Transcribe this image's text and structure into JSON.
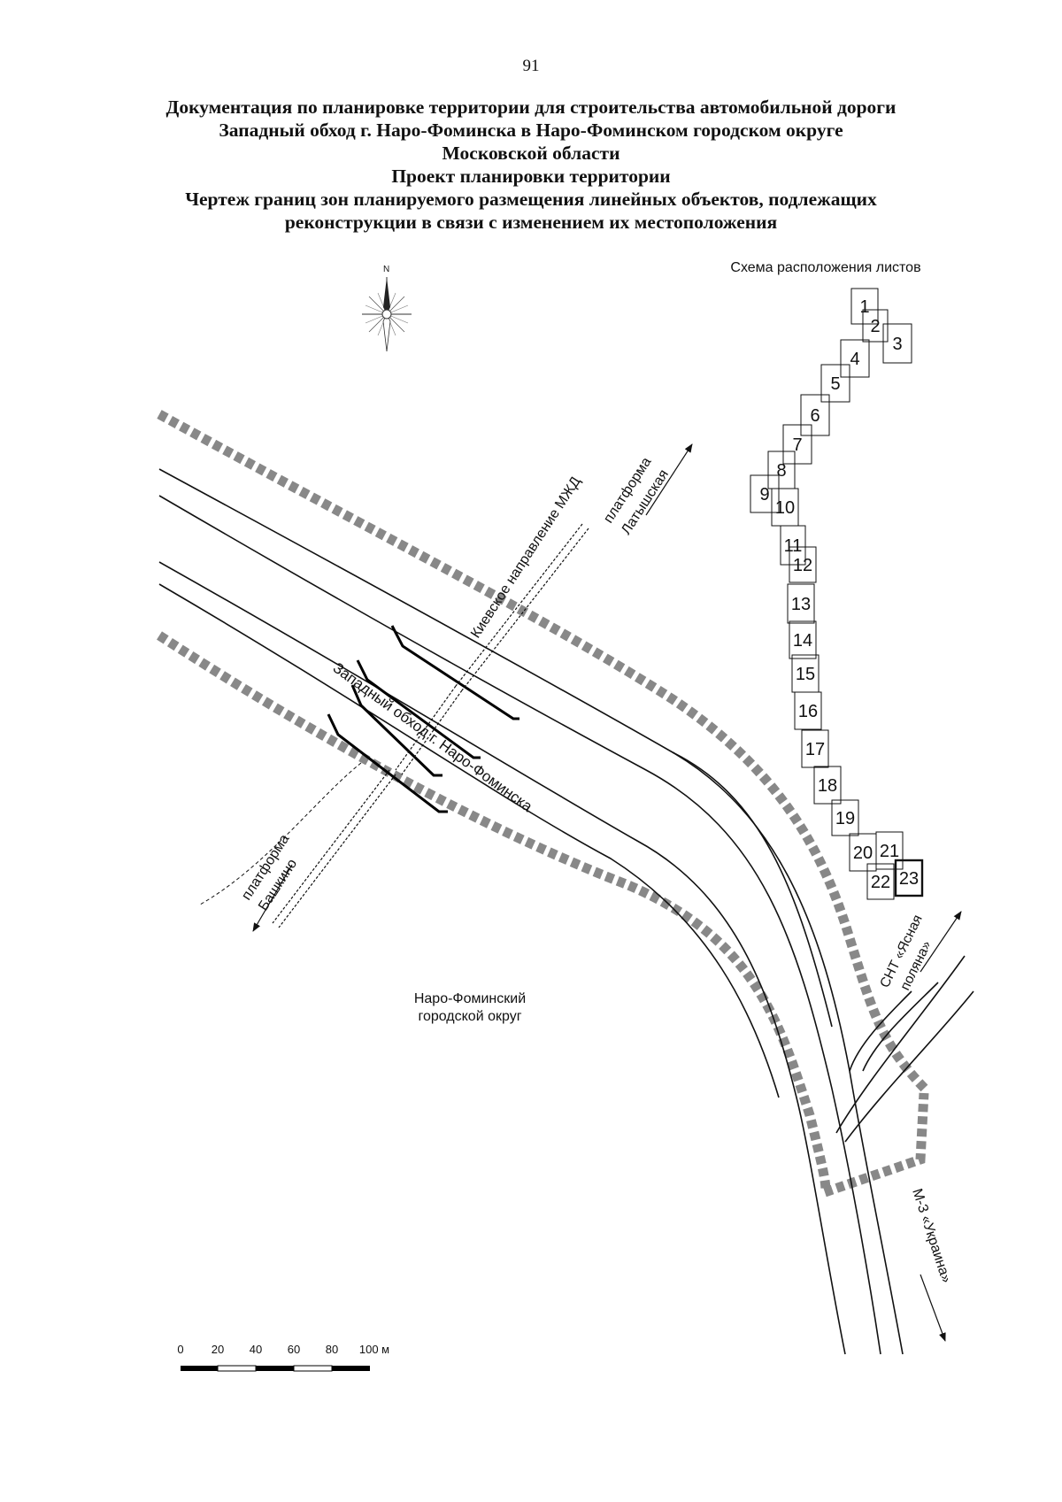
{
  "page_number": "91",
  "title_lines": [
    "Документация по планировке территории для строительства автомобильной дороги",
    "Западный обход г. Наро-Фоминска в Наро-Фоминском городском округе",
    "Московской области",
    "Проект планировки территории",
    "Чертеж границ зон планируемого размещения линейных объектов, подлежащих",
    "реконструкции в связи с изменением их местоположения"
  ],
  "compass": {
    "north_label": "N"
  },
  "key_map": {
    "title": "Схема расположения листов",
    "sheets": [
      "1",
      "2",
      "3",
      "4",
      "5",
      "6",
      "7",
      "8",
      "9",
      "10",
      "11",
      "12",
      "13",
      "14",
      "15",
      "16",
      "17",
      "18",
      "19",
      "20",
      "21",
      "22",
      "23"
    ],
    "highlighted_sheet": "23"
  },
  "labels": {
    "railway": "Киевское направление МЖД",
    "platform_latyshskaya_line1": "платформа",
    "platform_latyshskaya_line2": "Латышская",
    "road_name": "Западный обход г. Наро-Фоминска",
    "platform_bashkino_line1": "платформа",
    "platform_bashkino_line2": "Башкино",
    "district_line1": "Наро-Фоминский",
    "district_line2": "городской округ",
    "snt_line1": "СНТ «Ясная",
    "snt_line2": "поляна»",
    "highway": "М-3 «Украина»"
  },
  "scale_bar": {
    "ticks": [
      "0",
      "20",
      "40",
      "60",
      "80",
      "100 м"
    ]
  }
}
